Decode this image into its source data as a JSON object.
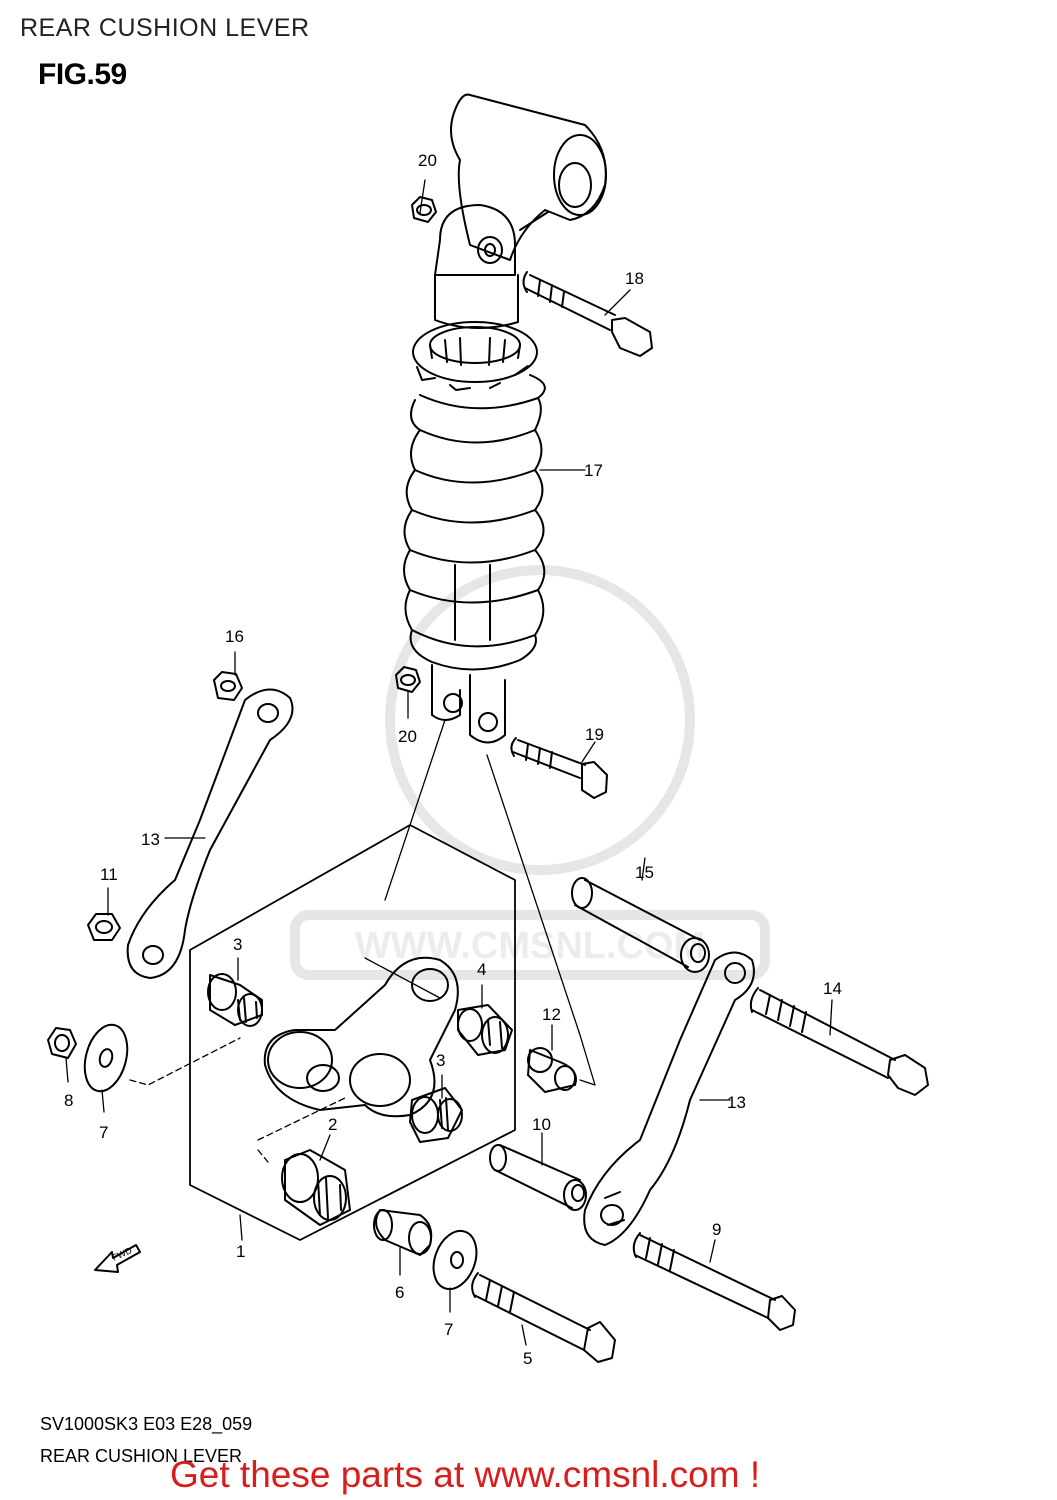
{
  "header": {
    "title": "REAR CUSHION LEVER",
    "figure": "FIG.59"
  },
  "callouts": {
    "c1": "1",
    "c2": "2",
    "c3a": "3",
    "c3b": "3",
    "c4": "4",
    "c5": "5",
    "c6": "6",
    "c7a": "7",
    "c7b": "7",
    "c8": "8",
    "c9": "9",
    "c10": "10",
    "c11": "11",
    "c12": "12",
    "c13a": "13",
    "c13b": "13",
    "c14": "14",
    "c15": "15",
    "c16": "16",
    "c17": "17",
    "c18": "18",
    "c19": "19",
    "c20a": "20",
    "c20b": "20"
  },
  "fwd_label": "FWD",
  "watermark": "WWW.CMSNL.COM",
  "footer": {
    "code": "SV1000SK3 E03 E28_059",
    "title": "REAR CUSHION LEVER",
    "promo": "Get these parts at www.cmsnl.com !"
  }
}
